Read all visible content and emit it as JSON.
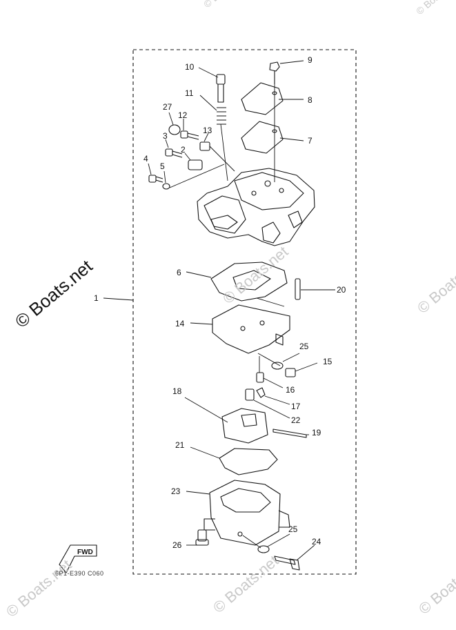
{
  "watermark": {
    "main": "© Boats.net",
    "faint": "© Boats.net"
  },
  "fwd_label": "FWD",
  "diagram_code": "6P1-E390 C060",
  "callouts": [
    {
      "num": "1"
    },
    {
      "num": "2"
    },
    {
      "num": "3"
    },
    {
      "num": "4"
    },
    {
      "num": "5"
    },
    {
      "num": "6"
    },
    {
      "num": "7"
    },
    {
      "num": "8"
    },
    {
      "num": "9"
    },
    {
      "num": "10"
    },
    {
      "num": "11"
    },
    {
      "num": "12"
    },
    {
      "num": "13"
    },
    {
      "num": "14"
    },
    {
      "num": "15"
    },
    {
      "num": "16"
    },
    {
      "num": "17"
    },
    {
      "num": "18"
    },
    {
      "num": "19"
    },
    {
      "num": "20"
    },
    {
      "num": "21"
    },
    {
      "num": "22"
    },
    {
      "num": "23"
    },
    {
      "num": "24"
    },
    {
      "num": "25"
    },
    {
      "num": "25"
    },
    {
      "num": "26"
    },
    {
      "num": "27"
    }
  ]
}
